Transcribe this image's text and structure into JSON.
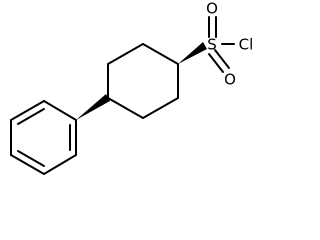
{
  "molecule": {
    "atoms": {
      "sulfur": "S",
      "oxygen_1": "O",
      "oxygen_2": "O",
      "chlorine": "Cl"
    }
  },
  "colors": {
    "bond": "#000000",
    "background": "#ffffff"
  }
}
